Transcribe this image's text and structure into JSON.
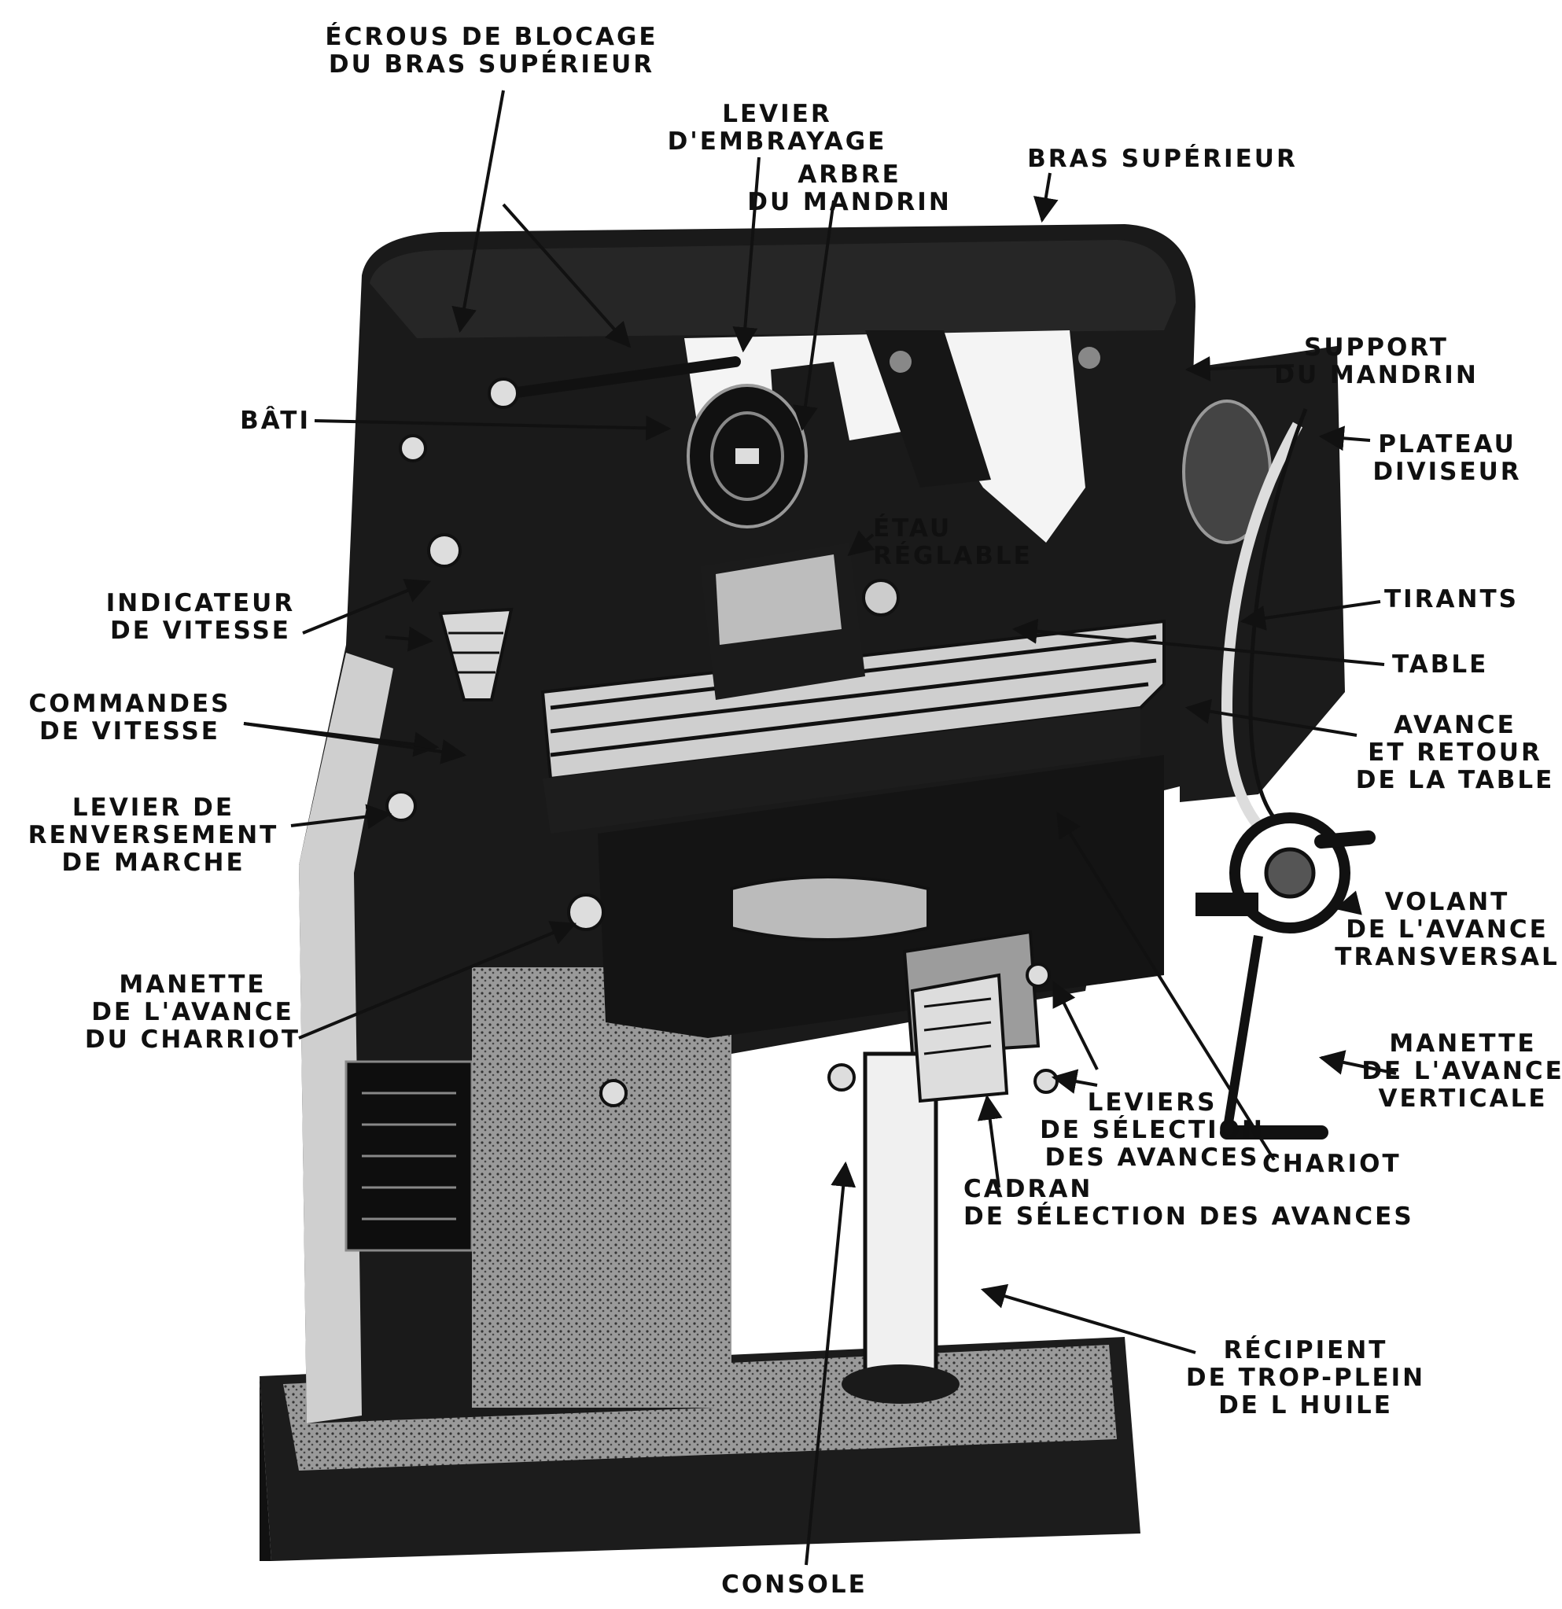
{
  "labels": {
    "ecrous": [
      "ÉCROUS DE BLOCAGE",
      "DU BRAS SUPÉRIEUR"
    ],
    "levier_embrayage": [
      "LEVIER",
      "D'EMBRAYAGE"
    ],
    "arbre_mandrin": [
      "ARBRE",
      "DU MANDRIN"
    ],
    "bras_superieur": [
      "BRAS SUPÉRIEUR"
    ],
    "support_mandrin": [
      "SUPPORT",
      "DU MANDRIN"
    ],
    "bati": [
      "BÂTI"
    ],
    "plateau_diviseur": [
      "PLATEAU",
      "DIVISEUR"
    ],
    "etau_reglable": [
      "ÉTAU",
      "RÉGLABLE"
    ],
    "indicateur_vitesse": [
      "INDICATEUR",
      "DE VITESSE"
    ],
    "tirants": [
      "TIRANTS"
    ],
    "table": [
      "TABLE"
    ],
    "commandes_vitesse": [
      "COMMANDES",
      "DE VITESSE"
    ],
    "avance_retour": [
      "AVANCE",
      "ET RETOUR",
      "DE LA TABLE"
    ],
    "levier_renversement": [
      "LEVIER DE",
      "RENVERSEMENT",
      "DE MARCHE"
    ],
    "volant_avance": [
      "VOLANT",
      "DE L'AVANCE",
      "TRANSVERSAL"
    ],
    "manette_charriot": [
      "MANETTE",
      "DE L'AVANCE",
      "DU CHARRIOT"
    ],
    "manette_verticale": [
      "MANETTE",
      "DE L'AVANCE",
      "VERTICALE"
    ],
    "leviers_selection": [
      "LEVIERS",
      "DE SÉLECTION",
      "DES AVANCES"
    ],
    "chariot": [
      "CHARIOT"
    ],
    "cadran": [
      "CADRAN",
      "DE SÉLECTION DES AVANCES"
    ],
    "recipient": [
      "RÉCIPIENT",
      "DE TROP-PLEIN",
      "DE L HUILE"
    ],
    "console": [
      "CONSOLE"
    ]
  }
}
